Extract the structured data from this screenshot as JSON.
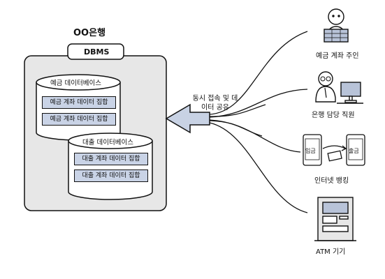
{
  "bank": {
    "title": "OO은행"
  },
  "dbms": {
    "label": "DBMS"
  },
  "deposit_db": {
    "label": "예금 데이터베이스",
    "records": [
      "예금 계좌 데이터 집합",
      "예금 계좌 데이터 집합"
    ]
  },
  "loan_db": {
    "label": "대출 데이터베이스",
    "records": [
      "대출 계좌 데이터 집합",
      "대출 계좌 데이터 집합"
    ]
  },
  "share_label": "동시 접속 및 데이터 공유",
  "users": {
    "owner": "예금 계좌 주인",
    "staff": "은행 담당 직원",
    "banking": "인터넷 뱅킹",
    "atm": "ATM 기기"
  },
  "banking_labels": {
    "deposit_in": "입금",
    "withdraw": "출금"
  },
  "colors": {
    "panel": "#e7e7e7",
    "record": "#c9d3e6",
    "arrow": "#c8d2e4",
    "cylinder_side": "#ffffff"
  }
}
